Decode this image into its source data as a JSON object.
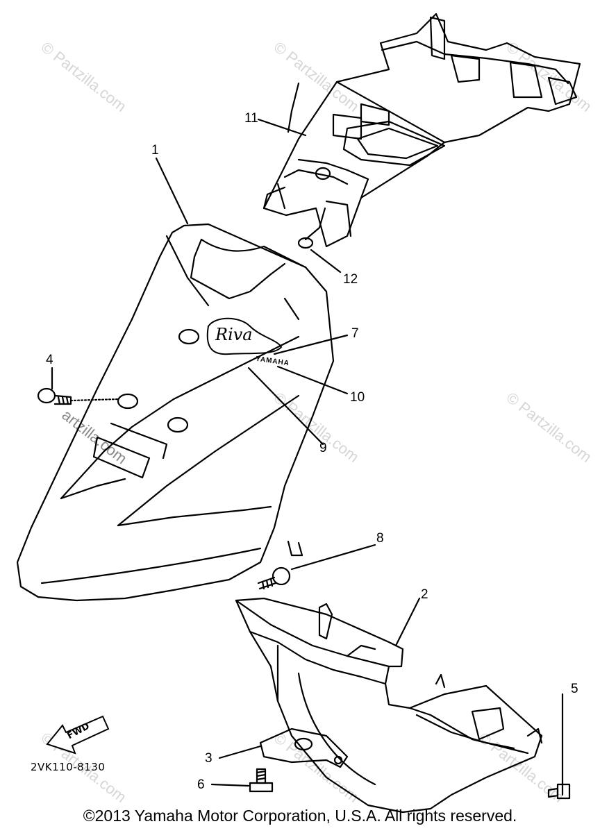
{
  "watermark": "© Partzilla.com",
  "watermark_partial": "artzilla.com",
  "callouts": [
    {
      "id": "c1",
      "label": "1"
    },
    {
      "id": "c2",
      "label": "2"
    },
    {
      "id": "c3",
      "label": "3"
    },
    {
      "id": "c4",
      "label": "4"
    },
    {
      "id": "c5",
      "label": "5"
    },
    {
      "id": "c6",
      "label": "6"
    },
    {
      "id": "c7",
      "label": "7"
    },
    {
      "id": "c8",
      "label": "8"
    },
    {
      "id": "c9",
      "label": "9"
    },
    {
      "id": "c10",
      "label": "10"
    },
    {
      "id": "c11",
      "label": "11"
    },
    {
      "id": "c12",
      "label": "12"
    }
  ],
  "logo_text": "Riva",
  "brand_text": "YAMAHA",
  "fwd_label": "FWD",
  "diagram_code": "2VK110-8130",
  "copyright": "©2013 Yamaha Motor Corporation, U.S.A. All rights reserved."
}
